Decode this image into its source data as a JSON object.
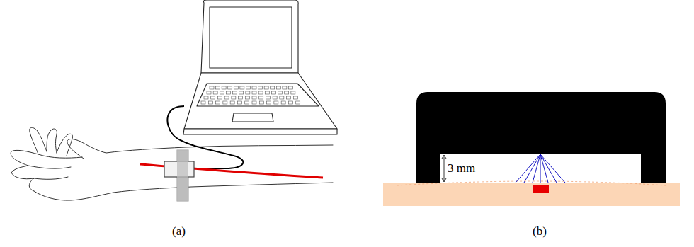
{
  "diagram": {
    "labels": [
      "3 mm",
      "(a)",
      "(b)"
    ]
  }
}
